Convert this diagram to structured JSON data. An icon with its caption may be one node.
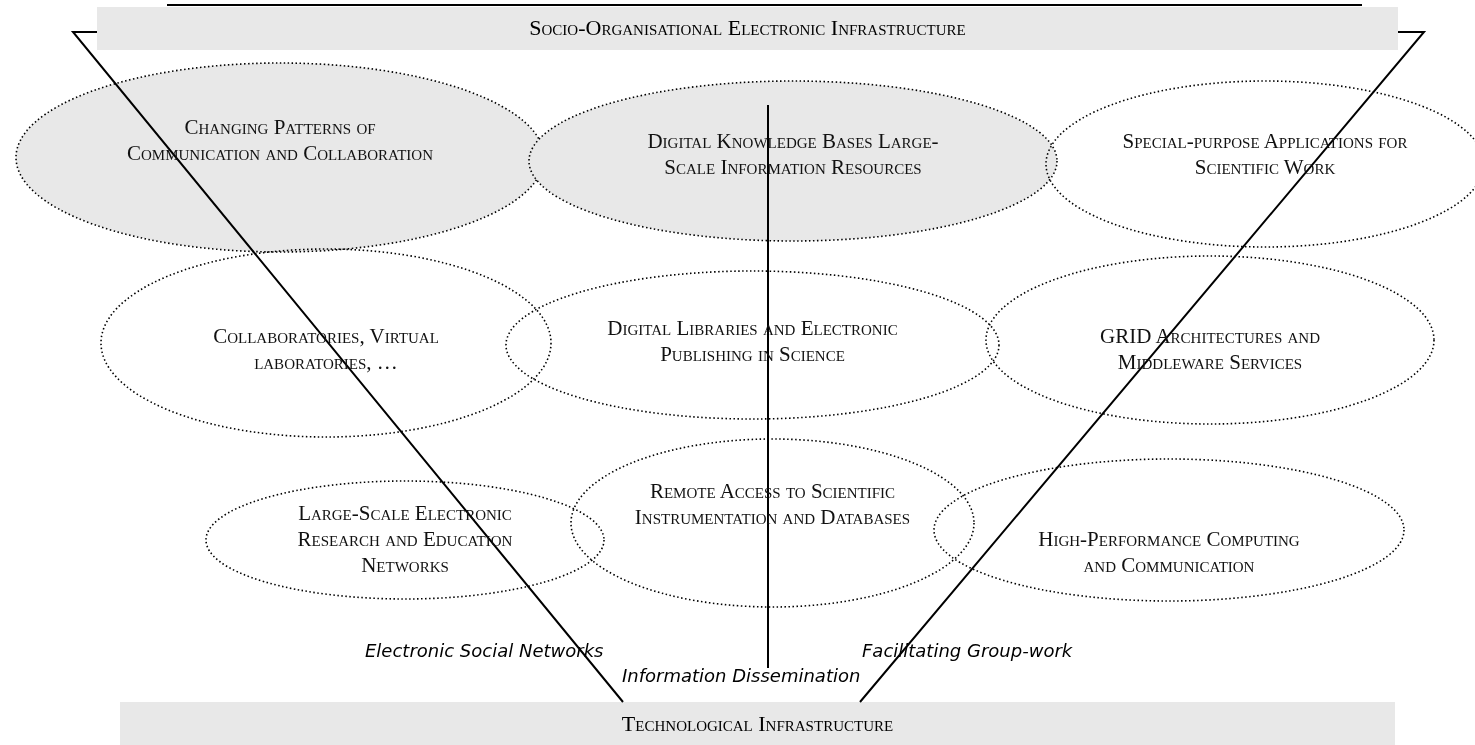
{
  "diagram": {
    "nodes": [
      {
        "text": [
          "Socio-Organisational Electronic Infrastructure"
        ]
      },
      {
        "text": [
          "Changing Patterns of Communication and Collaboration"
        ]
      },
      {
        "text": [
          "Digital Knowledge Bases Large-Scale Information Resources"
        ]
      },
      {
        "text": [
          "Special-purpose Applications for Scientific Work"
        ]
      },
      {
        "text": [
          "Collaboratories, Virtual laboratories, …"
        ]
      },
      {
        "text": [
          "Digital Libraries and Electronic Publishing in Science"
        ]
      },
      {
        "text": [
          "GRID Architectures and Middleware Services"
        ]
      },
      {
        "text": [
          "Large-Scale Electronic Research and Education Networks"
        ]
      },
      {
        "text": [
          "Remote Access to Scientific Instrumentation and Databases"
        ]
      },
      {
        "text": [
          "High-Performance Computing and Communication"
        ]
      },
      {
        "text": [
          "Technological Infrastructure"
        ]
      }
    ],
    "labels": [
      "Electronic Social Networks",
      "Facilitating Group-work",
      "Information Dissemination"
    ]
  }
}
